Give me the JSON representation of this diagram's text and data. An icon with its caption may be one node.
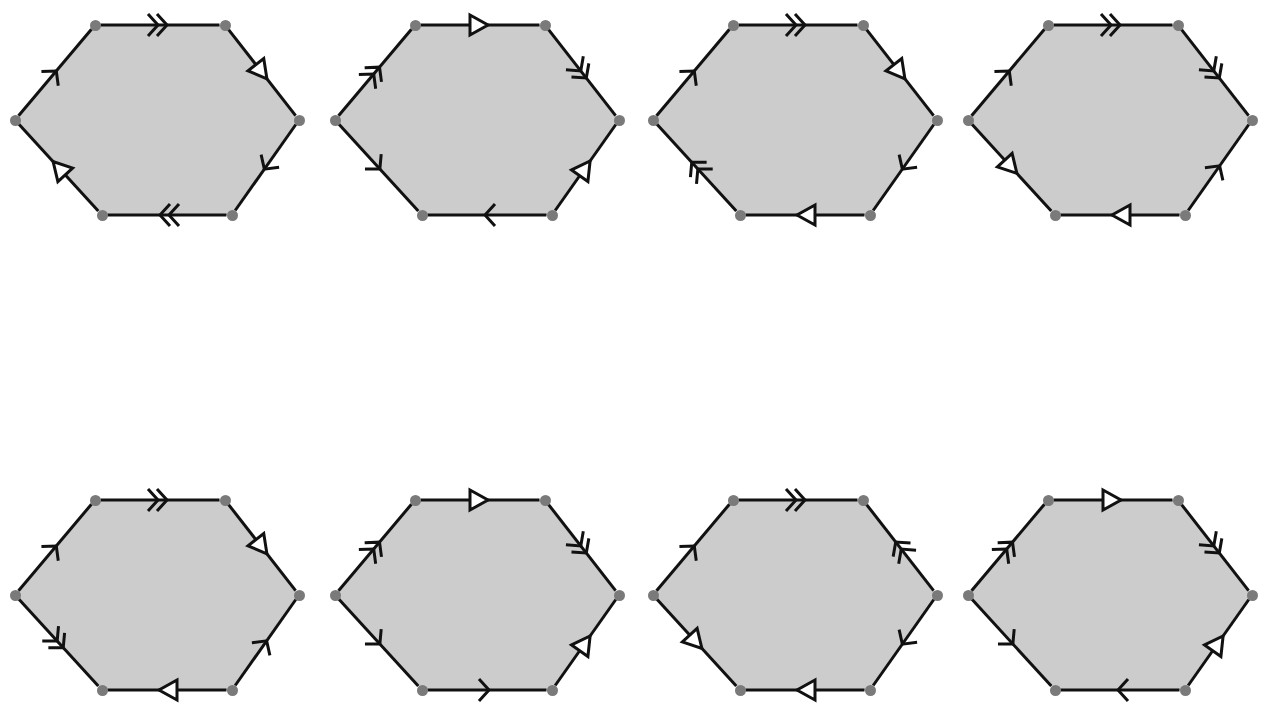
{
  "diagram": {
    "nodes": [
      {
        "text": [],
        "shape": "hexagon"
      },
      {
        "text": [],
        "shape": "circle"
      },
      {
        "text": [],
        "shape": "circle"
      },
      {
        "text": [],
        "shape": "circle"
      },
      {
        "text": [],
        "shape": "circle"
      },
      {
        "text": [],
        "shape": "circle"
      },
      {
        "text": [],
        "shape": "circle"
      },
      {
        "text": [],
        "shape": "hexagon"
      },
      {
        "text": [],
        "shape": "circle"
      },
      {
        "text": [],
        "shape": "circle"
      },
      {
        "text": [],
        "shape": "circle"
      },
      {
        "text": [],
        "shape": "circle"
      },
      {
        "text": [],
        "shape": "circle"
      },
      {
        "text": [],
        "shape": "circle"
      },
      {
        "text": [],
        "shape": "hexagon"
      },
      {
        "text": [],
        "shape": "circle"
      },
      {
        "text": [],
        "shape": "circle"
      },
      {
        "text": [],
        "shape": "circle"
      },
      {
        "text": [],
        "shape": "circle"
      },
      {
        "text": [],
        "shape": "circle"
      },
      {
        "text": [],
        "shape": "circle"
      },
      {
        "text": [],
        "shape": "hexagon"
      },
      {
        "text": [],
        "shape": "circle"
      },
      {
        "text": [],
        "shape": "circle"
      },
      {
        "text": [],
        "shape": "circle"
      },
      {
        "text": [],
        "shape": "circle"
      },
      {
        "text": [],
        "shape": "circle"
      },
      {
        "text": [],
        "shape": "circle"
      },
      {
        "text": [],
        "shape": "hexagon"
      },
      {
        "text": [],
        "shape": "circle"
      },
      {
        "text": [],
        "shape": "circle"
      },
      {
        "text": [],
        "shape": "circle"
      },
      {
        "text": [],
        "shape": "circle"
      },
      {
        "text": [],
        "shape": "circle"
      },
      {
        "text": [],
        "shape": "circle"
      },
      {
        "text": [],
        "shape": "hexagon"
      },
      {
        "text": [],
        "shape": "circle"
      },
      {
        "text": [],
        "shape": "circle"
      },
      {
        "text": [],
        "shape": "circle"
      },
      {
        "text": [],
        "shape": "circle"
      },
      {
        "text": [],
        "shape": "circle"
      },
      {
        "text": [],
        "shape": "circle"
      },
      {
        "text": [],
        "shape": "hexagon"
      },
      {
        "text": [],
        "shape": "circle"
      },
      {
        "text": [],
        "shape": "circle"
      },
      {
        "text": [],
        "shape": "circle"
      },
      {
        "text": [],
        "shape": "circle"
      },
      {
        "text": [],
        "shape": "circle"
      },
      {
        "text": [],
        "shape": "circle"
      },
      {
        "text": [],
        "shape": "hexagon"
      },
      {
        "text": [],
        "shape": "circle"
      },
      {
        "text": [],
        "shape": "circle"
      },
      {
        "text": [],
        "shape": "circle"
      },
      {
        "text": [],
        "shape": "circle"
      },
      {
        "text": [],
        "shape": "circle"
      },
      {
        "text": [],
        "shape": "circle"
      }
    ],
    "edges": [
      {
        "from": 1,
        "to": 2,
        "arrow": "to"
      },
      {
        "from": 2,
        "to": 3,
        "arrow": "to"
      },
      {
        "from": 3,
        "to": 4,
        "arrow": "to"
      },
      {
        "from": 4,
        "to": 5,
        "arrow": "to"
      },
      {
        "from": 5,
        "to": 6,
        "arrow": "to"
      },
      {
        "from": 6,
        "to": 1,
        "arrow": "to"
      },
      {
        "from": 8,
        "to": 9,
        "arrow": "to"
      },
      {
        "from": 9,
        "to": 10,
        "arrow": "to"
      },
      {
        "from": 10,
        "to": 11,
        "arrow": "to"
      },
      {
        "from": 12,
        "to": 11,
        "arrow": "to"
      },
      {
        "from": 12,
        "to": 13,
        "arrow": "to"
      },
      {
        "from": 8,
        "to": 13,
        "arrow": "to"
      },
      {
        "from": 15,
        "to": 16,
        "arrow": "to"
      },
      {
        "from": 16,
        "to": 17,
        "arrow": "to"
      },
      {
        "from": 17,
        "to": 18,
        "arrow": "to"
      },
      {
        "from": 18,
        "to": 19,
        "arrow": "to"
      },
      {
        "from": 19,
        "to": 20,
        "arrow": "to"
      },
      {
        "from": 20,
        "to": 15,
        "arrow": "to"
      },
      {
        "from": 22,
        "to": 23,
        "arrow": "to"
      },
      {
        "from": 23,
        "to": 24,
        "arrow": "to"
      },
      {
        "from": 24,
        "to": 25,
        "arrow": "to"
      },
      {
        "from": 26,
        "to": 25,
        "arrow": "to"
      },
      {
        "from": 26,
        "to": 27,
        "arrow": "to"
      },
      {
        "from": 22,
        "to": 27,
        "arrow": "to"
      },
      {
        "from": 29,
        "to": 30,
        "arrow": "to"
      },
      {
        "from": 30,
        "to": 31,
        "arrow": "to"
      },
      {
        "from": 31,
        "to": 32,
        "arrow": "to"
      },
      {
        "from": 33,
        "to": 32,
        "arrow": "to"
      },
      {
        "from": 33,
        "to": 34,
        "arrow": "to"
      },
      {
        "from": 29,
        "to": 34,
        "arrow": "to"
      },
      {
        "from": 36,
        "to": 37,
        "arrow": "to"
      },
      {
        "from": 37,
        "to": 38,
        "arrow": "to"
      },
      {
        "from": 38,
        "to": 39,
        "arrow": "to"
      },
      {
        "from": 40,
        "to": 39,
        "arrow": "to"
      },
      {
        "from": 41,
        "to": 40,
        "arrow": "to"
      },
      {
        "from": 36,
        "to": 41,
        "arrow": "to"
      },
      {
        "from": 43,
        "to": 44,
        "arrow": "to"
      },
      {
        "from": 44,
        "to": 45,
        "arrow": "to"
      },
      {
        "from": 46,
        "to": 45,
        "arrow": "to"
      },
      {
        "from": 46,
        "to": 47,
        "arrow": "to"
      },
      {
        "from": 47,
        "to": 48,
        "arrow": "to"
      },
      {
        "from": 43,
        "to": 48,
        "arrow": "to"
      },
      {
        "from": 50,
        "to": 51,
        "arrow": "to"
      },
      {
        "from": 51,
        "to": 52,
        "arrow": "to"
      },
      {
        "from": 52,
        "to": 53,
        "arrow": "to"
      },
      {
        "from": 54,
        "to": 53,
        "arrow": "to"
      },
      {
        "from": 54,
        "to": 55,
        "arrow": "to"
      },
      {
        "from": 50,
        "to": 55,
        "arrow": "to"
      }
    ]
  }
}
